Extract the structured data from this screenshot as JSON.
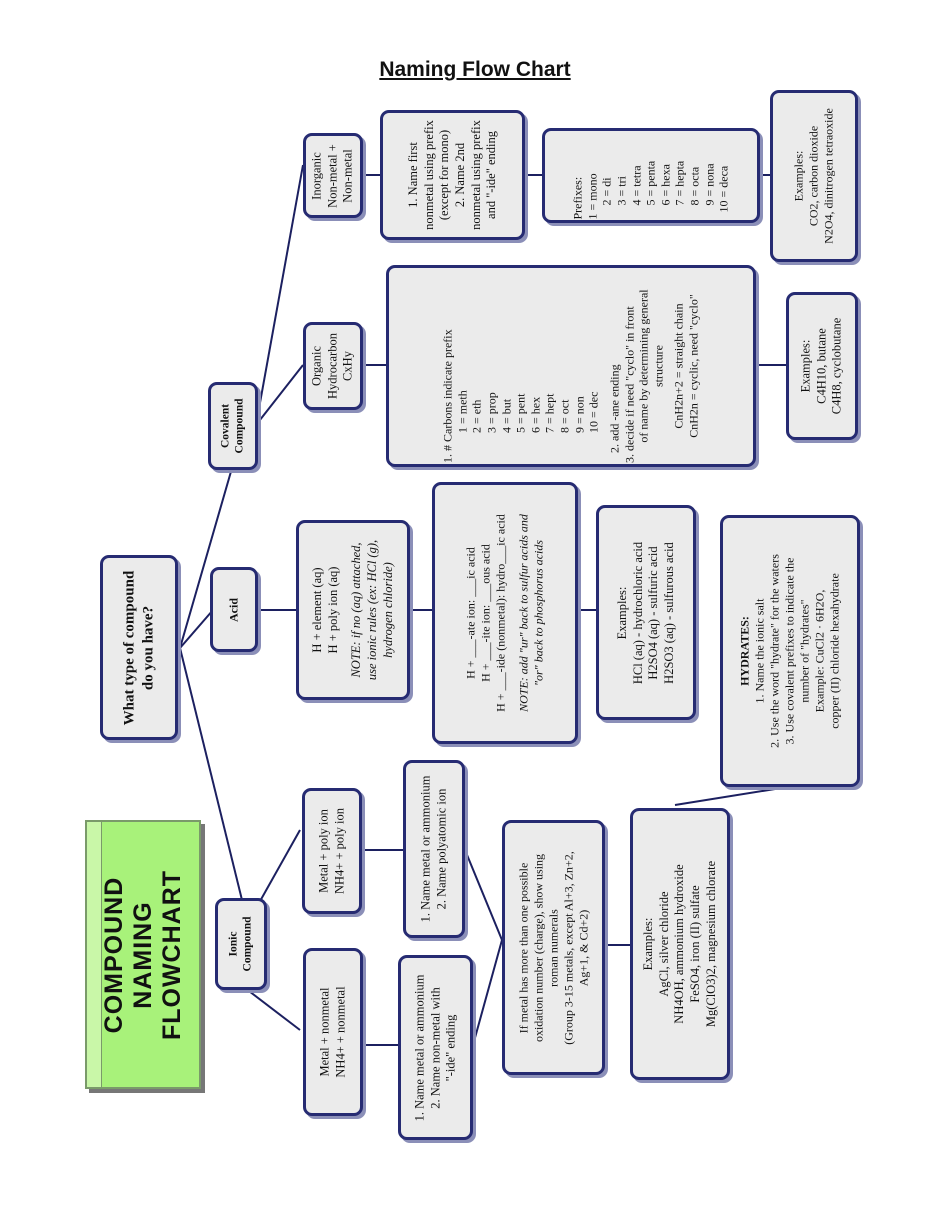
{
  "page_title": "Naming Flow Chart",
  "banner": [
    "COMPOUND",
    "NAMING",
    "FLOWCHART"
  ],
  "root": [
    "What type of compound",
    "do you have?"
  ],
  "ionic": {
    "title": [
      "Ionic",
      "Compound"
    ],
    "binary": [
      "Metal + nonmetal",
      "NH4+ + nonmetal"
    ],
    "binary_rule": [
      "1. Name metal or ammonium",
      "2. Name non-metal with",
      "\"-ide\" ending"
    ],
    "poly": [
      "Metal + poly ion",
      "NH4+ + poly ion"
    ],
    "poly_rule": [
      "1. Name metal or ammonium",
      "2. Name polyatomic ion"
    ],
    "roman": [
      "If metal has more than one possible",
      "oxidation number (charge), show using",
      "roman numerals",
      "(Group 3-15 metals, except Al+3, Zn+2,",
      "Ag+1, & Cd+2)"
    ],
    "examples": [
      "Examples:",
      "AgCl, silver chloride",
      "NH4OH, ammonium hydroxide",
      "FeSO4, iron (II) sulfate",
      "Mg(ClO3)2, magnesium chlorate"
    ]
  },
  "hydrates": [
    "HYDRATES:",
    "1. Name the ionic salt",
    "2. Use the word \"hydrate\" for the waters",
    "3. Use covalent prefixes to indicate the",
    "number of \"hydrates\"",
    "Example: CuCl2 · 6H2O,",
    "copper (II) chloride hexahydrate"
  ],
  "acid": {
    "title": "Acid",
    "forms": [
      "H + element (aq)",
      "H + poly ion (aq)"
    ],
    "note": [
      "NOTE: if no (aq) attached,",
      "use ionic rules (ex: HCl (g),",
      "hydrogen chloride)"
    ],
    "rules": [
      "H + ___-ate ion:  ___ic acid",
      "H + ___-ite ion:  ___ous acid",
      "H + ___-ide (nonmetal):  hydro___ic acid"
    ],
    "rules_note": [
      "NOTE: add \"ur\" back to sulfur acids and",
      "\"or\" back to phosphorus acids"
    ],
    "examples": [
      "Examples:",
      "HCl (aq) - hydrochloric acid",
      "H2SO4 (aq) - sulfuric acid",
      "H2SO3 (aq) - sulfurous acid"
    ]
  },
  "covalent": {
    "title": [
      "Covalent",
      "Compound"
    ],
    "organic": [
      "Organic",
      "Hydrocarbon",
      "CxHy"
    ],
    "organic_rules": [
      "1. # Carbons indicate prefix",
      "1 = meth",
      "2 = eth",
      "3 = prop",
      "4 = but",
      "5 = pent",
      "6 = hex",
      "7 = hept",
      "8 = oct",
      "9 = non",
      "10 = dec",
      "2. add -ane ending",
      "3. decide if need \"cyclo\" in front",
      "of name by determining general",
      "structure",
      "CnH2n+2 = straight chain",
      "CnH2n = cyclic, need \"cyclo\""
    ],
    "organic_examples": [
      "Examples:",
      "C4H10, butane",
      "C4H8, cyclobutane"
    ],
    "inorganic": [
      "Inorganic",
      "Non-metal +",
      "Non-metal"
    ],
    "inorganic_rules": [
      "1. Name first",
      "nonmetal using prefix",
      "(except for mono)",
      "2. Name 2nd",
      "nonmetal using prefix",
      "and \"-ide\" ending"
    ],
    "prefixes": [
      "Prefixes:",
      "1 = mono",
      "2 = di",
      "3 = tri",
      "4 = tetra",
      "5 = penta",
      "6 = hexa",
      "7 = hepta",
      "8 = octa",
      "9 = nona",
      "10 = deca"
    ],
    "inorganic_examples": [
      "Examples:",
      "CO2, carbon dioxide",
      "N2O4, dinitrogen tetraoxide"
    ]
  }
}
